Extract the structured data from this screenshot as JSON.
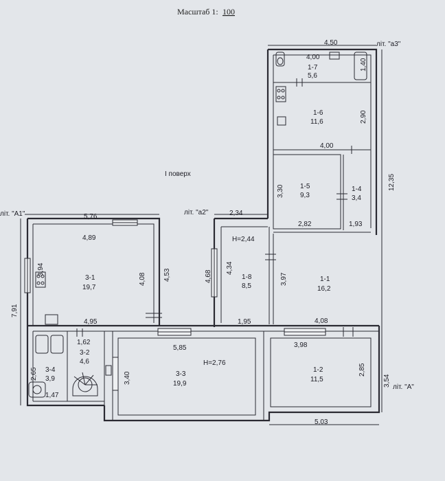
{
  "header": {
    "scale_label": "Масштаб 1:",
    "scale_value": "100"
  },
  "floor_label": "І поверх",
  "litera": {
    "a3": "літ. \"а3\"",
    "A1": "літ. \"А1\"",
    "a2": "літ. \"а2\"",
    "A": "літ. \"А\""
  },
  "rooms": {
    "r1_7": {
      "id": "1-7",
      "area": "5,6"
    },
    "r1_6": {
      "id": "1-6",
      "area": "11,6"
    },
    "r1_5": {
      "id": "1-5",
      "area": "9,3"
    },
    "r1_4": {
      "id": "1-4",
      "area": "3,4"
    },
    "r1_1": {
      "id": "1-1",
      "area": "16,2"
    },
    "r1_2": {
      "id": "1-2",
      "area": "11,5"
    },
    "r1_8": {
      "id": "1-8",
      "area": "8,5"
    },
    "r3_1": {
      "id": "3-1",
      "area": "19,7"
    },
    "r3_2": {
      "id": "3-2",
      "area": "4,6"
    },
    "r3_3": {
      "id": "3-3",
      "area": "19,9"
    },
    "r3_4": {
      "id": "3-4",
      "area": "3,9"
    }
  },
  "heights": {
    "h1": "H=2,44",
    "h2": "H=2,76"
  },
  "dimensions": {
    "d4_50": "4,50",
    "d4_00a": "4,00",
    "d1_40": "1,40",
    "d2_90": "2,90",
    "d4_00b": "4,00",
    "d12_35": "12,35",
    "d3_30": "3,30",
    "d2_82": "2,82",
    "d1_93": "1,93",
    "d2_34": "2,34",
    "d5_76": "5,76",
    "d4_89": "4,89",
    "d3_94": "3,94",
    "d4_08a": "4,08",
    "d4_53": "4,53",
    "d4_68": "4,68",
    "d4_34": "4,34",
    "d3_97": "3,97",
    "d7_91": "7,91",
    "d4_95": "4,95",
    "d1_95": "1,95",
    "d4_08b": "4,08",
    "d1_62": "1,62",
    "d5_85": "5,85",
    "d3_98": "3,98",
    "d2_65": "2,65",
    "d3_40": "3,40",
    "d2_85": "2,85",
    "d3_54": "3,54",
    "d1_47": "1,47",
    "d5_03": "5,03"
  }
}
